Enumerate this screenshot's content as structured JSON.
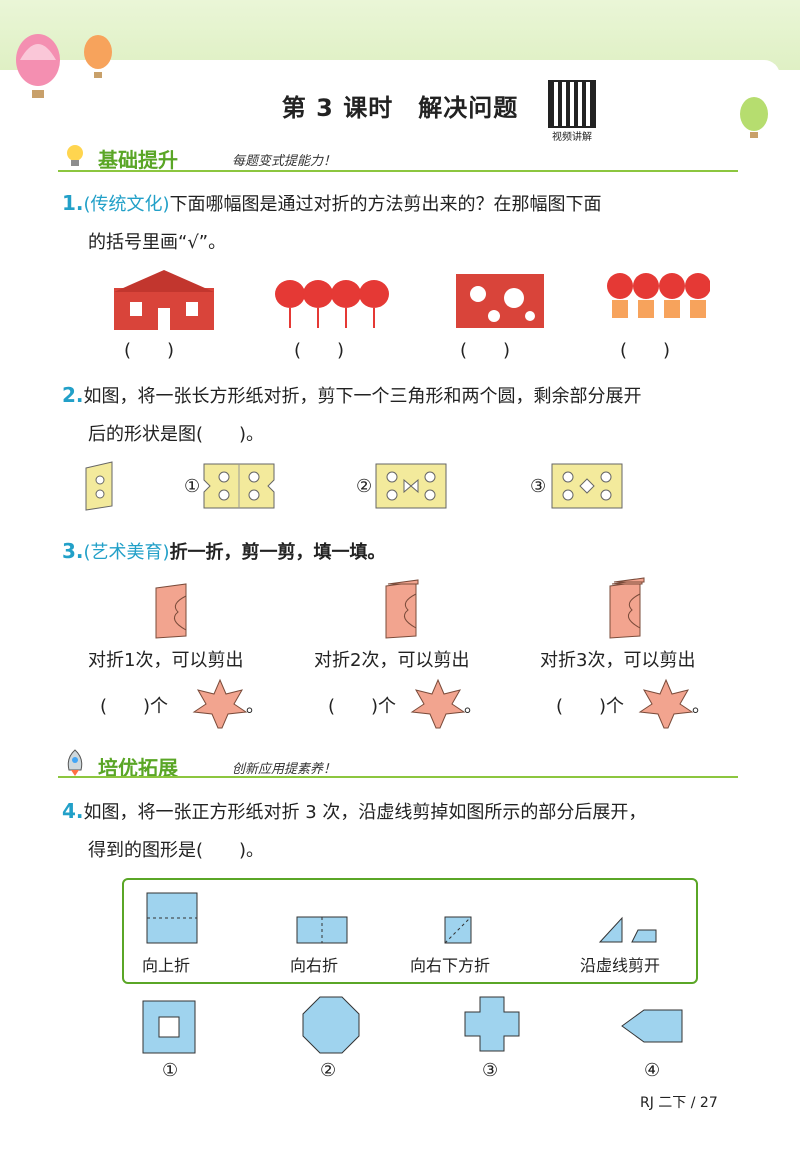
{
  "header": {
    "title": "第 3 课时　解决问题",
    "qr_label": "视频讲解"
  },
  "sections": {
    "basic": {
      "title": "基础提升",
      "subtitle": "每题变式提能力！"
    },
    "advanced": {
      "title": "培优拓展",
      "subtitle": "创新应用提素养！"
    }
  },
  "q1": {
    "num": "1.",
    "tag": "(传统文化)",
    "line1": "下面哪幅图是通过对折的方法剪出来的？在那幅图下面",
    "line2": "的括号里画“√”。",
    "blanks": [
      "(　　)",
      "(　　)",
      "(　　)",
      "(　　)"
    ]
  },
  "q2": {
    "num": "2.",
    "line1": "如图，将一张长方形纸对折，剪下一个三角形和两个圆，剩余部分展开",
    "line2": "后的形状是图(　　)。",
    "labels": [
      "①",
      "②",
      "③"
    ]
  },
  "q3": {
    "num": "3.",
    "tag": "(艺术美育)",
    "text": "折一折，剪一剪，填一填。",
    "items": [
      {
        "caption": "对折1次，可以剪出",
        "blank": "(　　)个",
        "end": "。"
      },
      {
        "caption": "对折2次，可以剪出",
        "blank": "(　　)个",
        "end": "。"
      },
      {
        "caption": "对折3次，可以剪出",
        "blank": "(　　)个",
        "end": "。"
      }
    ]
  },
  "q4": {
    "num": "4.",
    "line1": "如图，将一张正方形纸对折 3 次，沿虚线剪掉如图所示的部分后展开，",
    "line2": "得到的图形是(　　)。",
    "steps": [
      "向上折",
      "向右折",
      "向右下方折",
      "沿虚线剪开"
    ],
    "options": [
      "①",
      "②",
      "③",
      "④"
    ]
  },
  "footer": {
    "page": "RJ 二下 / 27"
  },
  "colors": {
    "green": "#5aa626",
    "blue": "#22a0c8",
    "paper_yellow": "#f3ea9c",
    "paper_pink": "#f2a48f",
    "fill_blue": "#9fd3ee"
  }
}
